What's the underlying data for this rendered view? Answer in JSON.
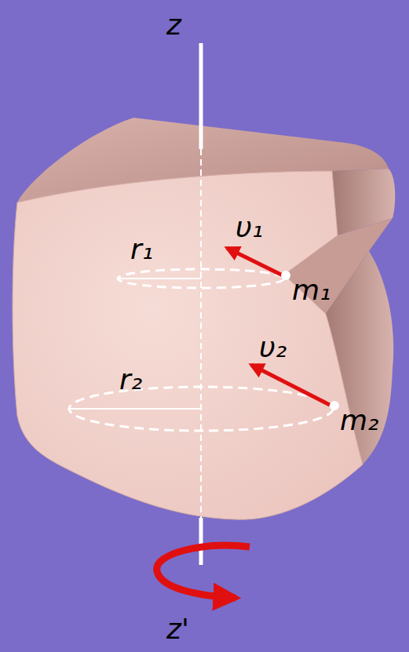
{
  "diagram": {
    "labels": [
      "z",
      "υ₁",
      "r₁",
      "m₁",
      "υ₂",
      "r₂",
      "m₂",
      "z'"
    ]
  }
}
